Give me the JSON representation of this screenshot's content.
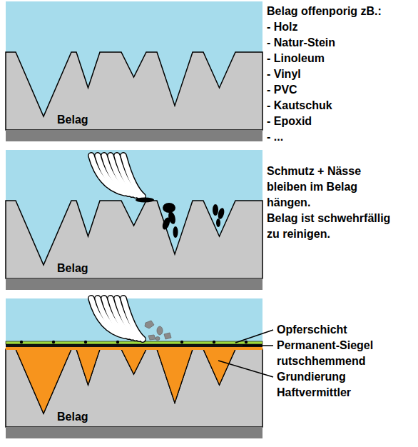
{
  "diagram": {
    "labels": [
      "Belag offenporig zB.:",
      "- Holz",
      "- Natur-Stein",
      "- Linoleum",
      "- Vinyl",
      "- PVC",
      "- Kautschuk",
      "- Epoxid",
      "- ...",
      "Belag",
      "Schmutz + Nässe",
      "bleiben im Belag",
      "hängen.",
      "Belag ist schwehrfällig",
      "zu reinigen.",
      "Belag",
      "Opferschicht",
      "Permanent-Siegel",
      "rutschhemmend",
      "Grundierung",
      "Haftvermittler",
      "Belag"
    ]
  }
}
